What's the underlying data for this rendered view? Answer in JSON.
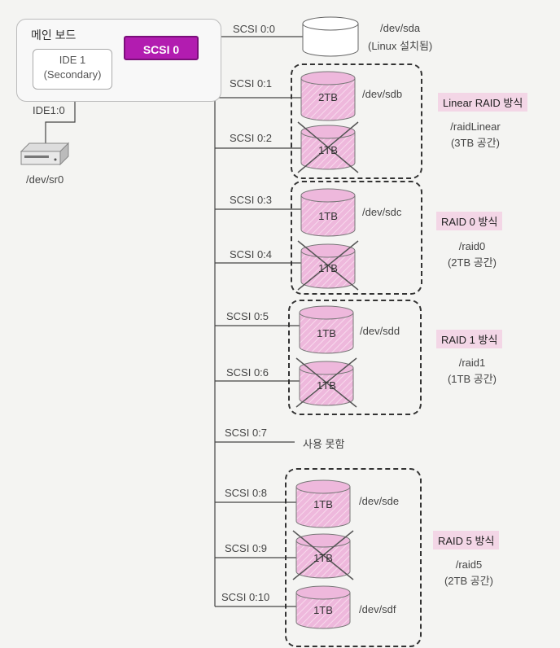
{
  "motherboard": {
    "title": "메인 보드",
    "ide_line1": "IDE 1",
    "ide_line2": "(Secondary)",
    "scsi_label": "SCSI 0",
    "ide_port": "IDE1:0",
    "cdrom_dev": "/dev/sr0"
  },
  "sda": {
    "port": "SCSI 0:0",
    "dev": "/dev/sda",
    "note": "(Linux 설치됨)"
  },
  "ports": {
    "p1": "SCSI 0:1",
    "p2": "SCSI 0:2",
    "p3": "SCSI 0:3",
    "p4": "SCSI 0:4",
    "p5": "SCSI 0:5",
    "p6": "SCSI 0:6",
    "p7": "SCSI 0:7",
    "p8": "SCSI 0:8",
    "p9": "SCSI 0:9",
    "p10": "SCSI 0:10"
  },
  "unused": "사용 못함",
  "disks": {
    "d1": "2TB",
    "d2": "1TB",
    "d3": "1TB",
    "d4": "1TB",
    "d5": "1TB",
    "d6": "1TB",
    "d8": "1TB",
    "d9": "1TB",
    "d10": "1TB"
  },
  "devs": {
    "sdb": "/dev/sdb",
    "sdc": "/dev/sdc",
    "sdd": "/dev/sdd",
    "sde": "/dev/sde",
    "sdf": "/dev/sdf"
  },
  "raids": {
    "linear": {
      "tag": "Linear RAID 방식",
      "name": "/raidLinear",
      "space": "(3TB 공간)"
    },
    "raid0": {
      "tag": "RAID 0 방식",
      "name": "/raid0",
      "space": "(2TB 공간)"
    },
    "raid1": {
      "tag": "RAID 1 방식",
      "name": "/raid1",
      "space": "(1TB 공간)"
    },
    "raid5": {
      "tag": "RAID 5 방식",
      "name": "/raid5",
      "space": "(2TB 공간)"
    }
  },
  "colors": {
    "disk_fill": "#eeb8dc",
    "scsi_purple": "#b21cb0",
    "tag_bg": "#f3d6e6"
  }
}
